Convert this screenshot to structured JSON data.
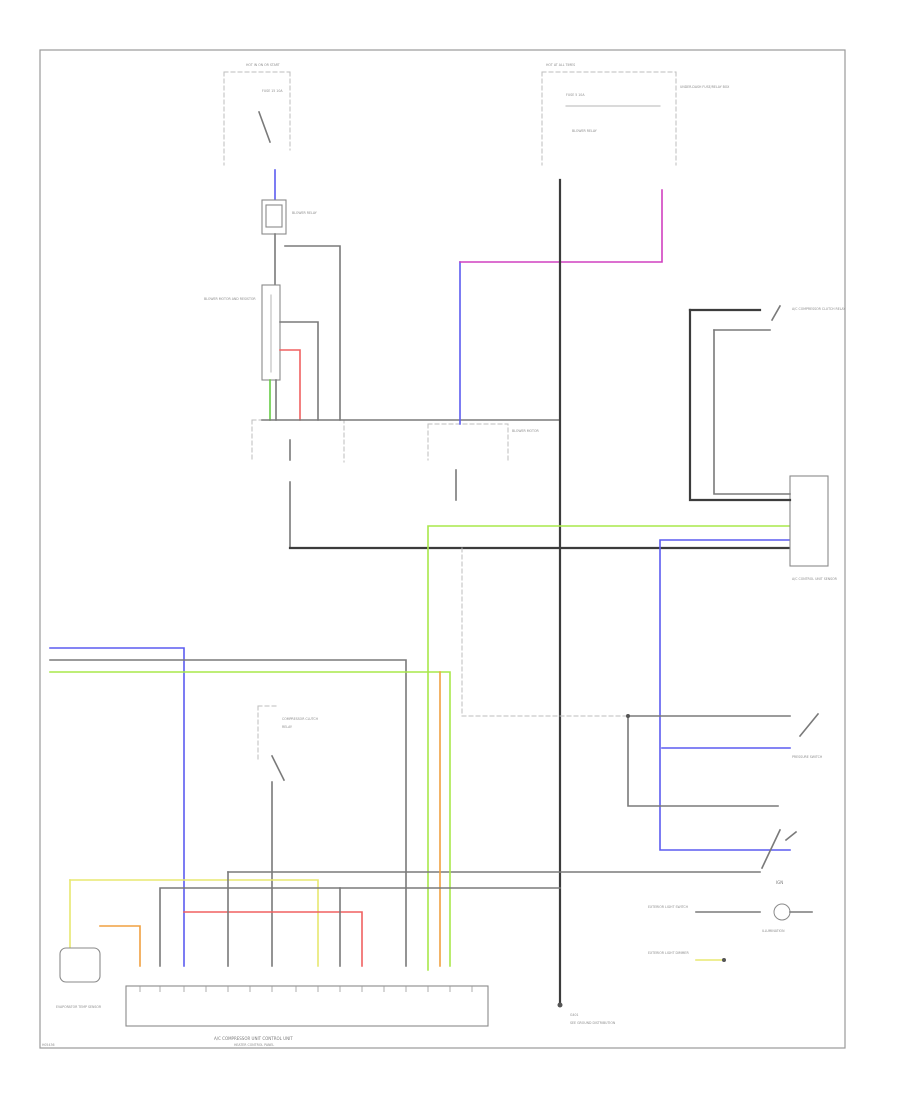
{
  "diagram": {
    "labels": {
      "fuse_box_left": "HOT IN ON OR START",
      "fuse_left": "FUSE 15 10A",
      "fuse_box_right": "HOT AT ALL TIMES",
      "fuse_right": "FUSE 5 10A",
      "fuse_right_note": "UNDER-DASH FUSE/RELAY BOX",
      "blower_relay": "BLOWER RELAY",
      "blower_motor_unit": "BLOWER MOTOR AND RESISTOR",
      "connector_mid": "BLOWER MOTOR",
      "compressor_unit": "A/C COMPRESSOR CLUTCH RELAY",
      "control_unit_right": "A/C CONTROL UNIT SENSOR",
      "a_c_pressure_switch": "PRESSURE SWITCH",
      "dimmer_switch": "IGN",
      "illumination": "ILLUMINATION",
      "illumination_note": "EXTERIOR LIGHT SWITCH",
      "illumination_note2": "EXTERIOR LIGHT DIMMER",
      "ground_label": "G401",
      "ground_ref": "SEE GROUND DISTRIBUTION",
      "control_unit_bottom": "A/C COMPRESSOR UNIT CONTROL UNIT",
      "control_unit_bottom2": "HEATER CONTROL PANEL",
      "left_sensor": "EVAPORATOR TEMP SENSOR",
      "relay_mid": "COMPRESSOR CLUTCH",
      "relay_mid2": "RELAY",
      "corner_code": "H05436"
    },
    "wire_colors": {
      "blue": "#5b5bf0",
      "magenta": "#d040c0",
      "yellow_green": "#a8e84a",
      "yellow": "#e8e870",
      "orange": "#f0a040",
      "red": "#f06060",
      "green": "#66cc44",
      "black": "#3c3c3c",
      "gray": "#7a7a7a"
    }
  }
}
